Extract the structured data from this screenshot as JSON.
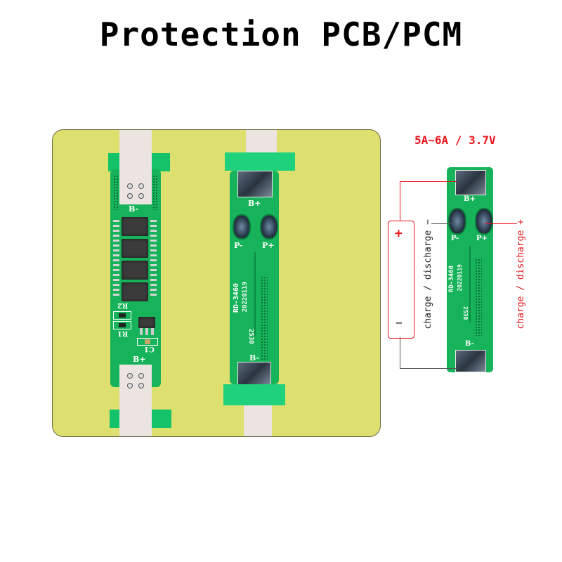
{
  "title": "Protection PCB/PCM",
  "spec": "5A~6A / 3.7V",
  "left_board": {
    "labels": {
      "top_terminal": "B-",
      "bottom_terminal": "B+",
      "r2": "R2",
      "r1": "R1",
      "c1": "C1"
    },
    "mosfet_count": 4
  },
  "middle_board": {
    "labels": {
      "top_terminal": "B+",
      "pad_left": "P-",
      "pad_right": "P+",
      "bottom_terminal": "B-",
      "model": "RD-3460",
      "date": "20220119",
      "chip": "2530"
    }
  },
  "diagram_board": {
    "labels": {
      "top_terminal": "B+",
      "pad_left": "P-",
      "pad_right": "P+",
      "bottom_terminal": "B-",
      "model": "RD-3460",
      "date": "20220119",
      "chip": "2530"
    }
  },
  "battery": {
    "plus": "+",
    "minus": "−"
  },
  "annotations": {
    "left": "charge / discharge −",
    "right": "charge / discharge +"
  },
  "colors": {
    "panel": "#dde06e",
    "pcb": "#17b35a",
    "accent_red": "#e8141b",
    "wire_gray": "#555555"
  }
}
